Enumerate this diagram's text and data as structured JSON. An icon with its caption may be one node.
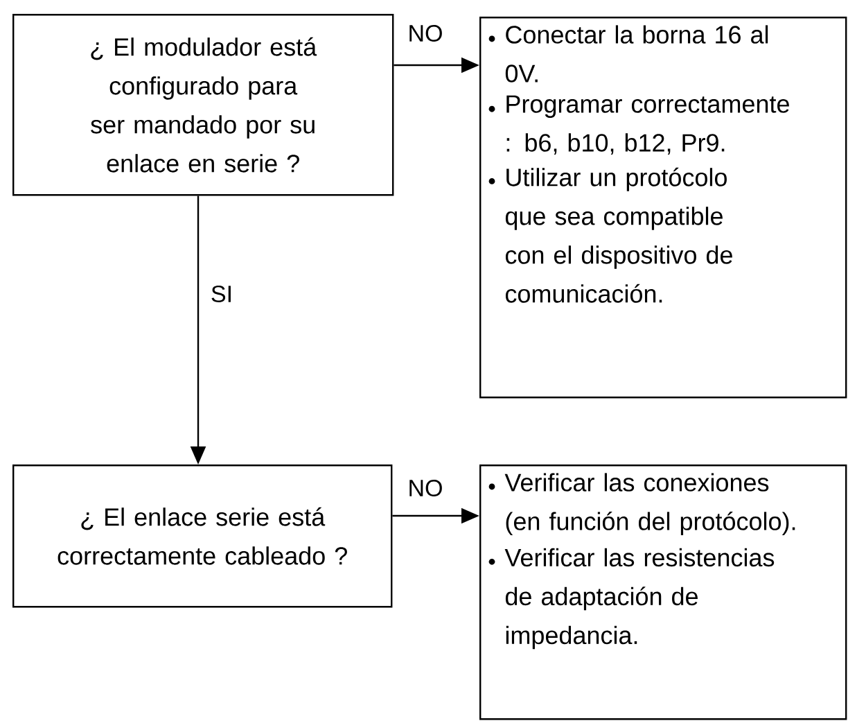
{
  "diagram": {
    "nodes": [
      {
        "text": [
          "¿ El modulador está configurado para ser mandado por su enlace en serie ?"
        ]
      },
      {
        "text": [
          "Conectar la borna 16 al 0V.",
          "Programar correctamente : b6, b10, b12, Pr9.",
          "Utilizar un protócolo que sea compatible con el dispositivo de comunicación."
        ]
      },
      {
        "text": [
          "¿ El enlace serie está correctamente cableado ?"
        ]
      },
      {
        "text": [
          "Verificar las conexiones (en función del protócolo).",
          "Verificar las resistencias de adaptación de impedancia."
        ]
      }
    ],
    "edges": [
      {
        "from": 0,
        "to": 1,
        "arrow": "to",
        "label": "NO"
      },
      {
        "from": 0,
        "to": 2,
        "arrow": "to",
        "label": "SI"
      },
      {
        "from": 2,
        "to": 3,
        "arrow": "to",
        "label": "NO"
      }
    ]
  }
}
